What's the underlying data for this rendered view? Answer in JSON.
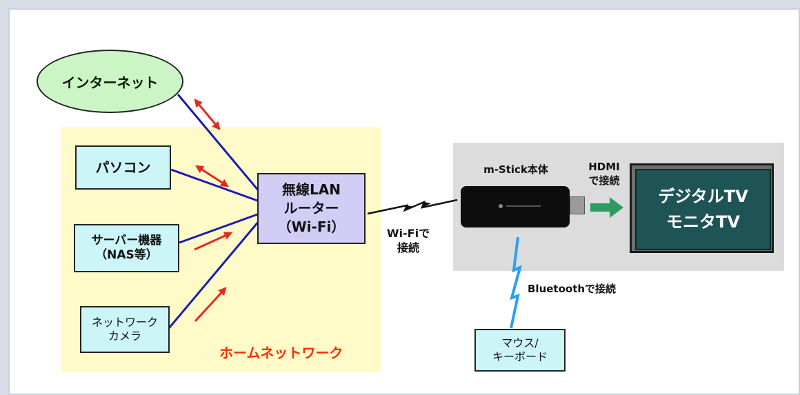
{
  "nodes": {
    "internet": "インターネット",
    "pc": "パソコン",
    "server_line1": "サーバー機器",
    "server_line2": "（NAS等）",
    "camera_line1": "ネットワーク",
    "camera_line2": "カメラ",
    "router_line1": "無線LAN",
    "router_line2": "ルーター",
    "router_line3": "（Wi-Fi）",
    "tv_line1": "デジタルTV",
    "tv_line2": "モニタTV",
    "mouse_line1": "マウス/",
    "mouse_line2": "キーボード"
  },
  "labels": {
    "home_network": "ホームネットワーク",
    "stick_title": "m-Stick本体",
    "hdmi_line1": "HDMI",
    "hdmi_line2": "で接続",
    "wifi_line1": "Wi-Fiで",
    "wifi_line2": "接続",
    "bluetooth": "Bluetoothで接続"
  },
  "colors": {
    "link_line": "#1a1ab4",
    "arrow": "#e8281e",
    "hdmi_arrow": "#2e9a64",
    "bluetooth_bolt": "#2aa0f0",
    "wifi_bolt": "#111111"
  }
}
